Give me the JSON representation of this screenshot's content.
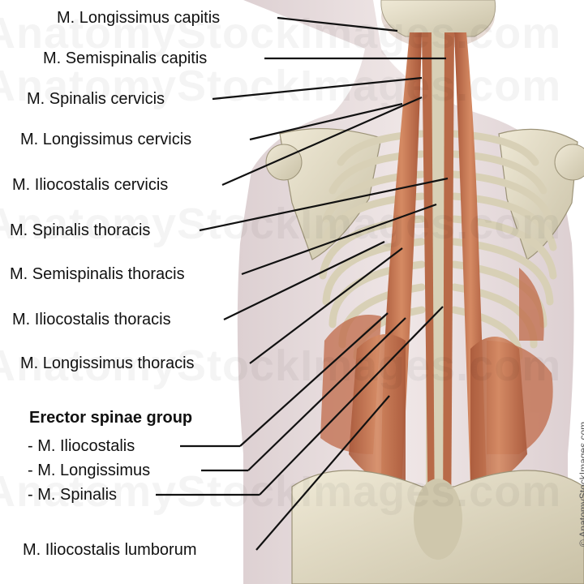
{
  "labels": {
    "longissimus_capitis": "M. Longissimus capitis",
    "semispinalis_capitis": "M. Semispinalis capitis",
    "spinalis_cervicis": "M. Spinalis cervicis",
    "longissimus_cervicis": "M. Longissimus cervicis",
    "iliocostalis_cervicis": "M. Iliocostalis cervicis",
    "spinalis_thoracis": "M. Spinalis thoracis",
    "semispinalis_thoracis": "M. Semispinalis thoracis",
    "iliocostalis_thoracis": "M. Iliocostalis thoracis",
    "longissimus_thoracis": "M. Longissimus thoracis",
    "erector_spinae_group": "Erector spinae group",
    "group_iliocostalis": "- M. Iliocostalis",
    "group_longissimus": "- M. Longissimus",
    "group_spinalis": "- M. Spinalis",
    "iliocostalis_lumborum": "M. Iliocostalis lumborum"
  },
  "watermark": "AnatomyStockImages.com",
  "credit": "© AnatomyStockImages.com",
  "colors": {
    "muscle": "#c8764e",
    "bone": "#e2dcc4",
    "skin": "#e9dfdf",
    "leader_line": "#111111"
  }
}
